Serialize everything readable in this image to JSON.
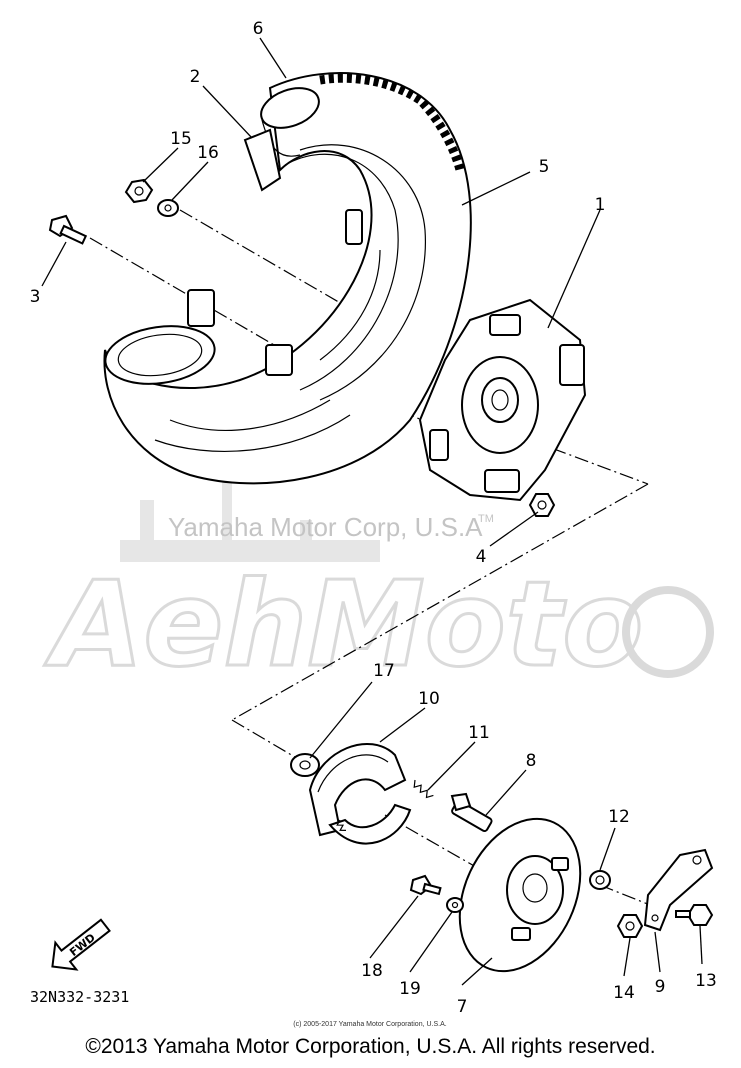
{
  "watermark": {
    "text": "Yamaha Motor Corp, U.S.A",
    "trademark": "TM",
    "logo": "AehMoto"
  },
  "parts": [
    {
      "label": "1"
    },
    {
      "label": "2"
    },
    {
      "label": "3"
    },
    {
      "label": "4"
    },
    {
      "label": "5"
    },
    {
      "label": "6"
    },
    {
      "label": "7"
    },
    {
      "label": "8"
    },
    {
      "label": "9"
    },
    {
      "label": "10"
    },
    {
      "label": "11"
    },
    {
      "label": "12"
    },
    {
      "label": "13"
    },
    {
      "label": "14"
    },
    {
      "label": "15"
    },
    {
      "label": "16"
    },
    {
      "label": "17"
    },
    {
      "label": "18"
    },
    {
      "label": "19"
    }
  ],
  "fwd_label": "FWD",
  "diagram_code": "32N332-3231",
  "small_copyright": "(c) 2005-2017 Yamaha Motor Corporation, U.S.A.",
  "copyright": "©2013 Yamaha Motor Corporation, U.S.A. All rights reserved."
}
